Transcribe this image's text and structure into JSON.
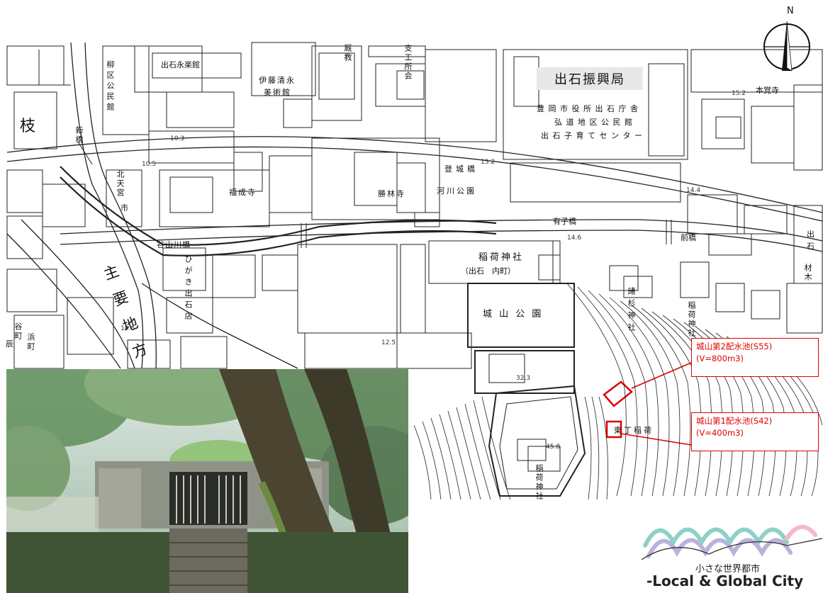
{
  "compass": {
    "north": "N"
  },
  "office": "出石振興局",
  "office_sub": [
    "豊 岡 市 役 所 出 石 庁 舎",
    "弘 道 地 区 公 民 館",
    "出 石 子 育 て セ ン タ ー"
  ],
  "callouts": [
    {
      "title": "城山第2配水池(S55)",
      "volume": "(V=800m3)"
    },
    {
      "title": "城山第1配水池(S42)",
      "volume": "(V=400m3)"
    }
  ],
  "labels": {
    "eda": "枝",
    "izushi_eirakukan": "出石永楽館",
    "ito_kiyonaga": "伊藤清永",
    "bijutsukan": "美術館",
    "fukusei_ji": "福成寺",
    "shorin_ji": "勝林寺",
    "sanjo_bashi": "登城橋",
    "kasen_koen": "河川公園",
    "tanikawa_bashi": "谷山川橋",
    "inari_shrine": "稲荷神社",
    "izushi_uchimachi": "（出石　内町）",
    "shiroyama_park": "城 山 公 園",
    "higashi_inari": "東丁稲荷",
    "inari_jinja_v": "稲荷神社",
    "morosugi_jinja": "諸杉神社",
    "shinbashi": "新橋",
    "kitatenmangu": "北天宮",
    "yanagi_kominkan": "柳区公民館",
    "higaki_izushi": "ひがき出石店",
    "road_main": "主要地方",
    "right_edge_izu": "出",
    "right_edge_ishi": "石",
    "right_edge_mokume": "材木",
    "shiba_temple": "本覚寺",
    "tanimachi": "谷町",
    "hamamachi": "浜町",
    "tatsumi": "辰",
    "ichi": "市",
    "hashi_right": "前橋",
    "yokobashi": "有子橋",
    "elev_10_3": "10.3",
    "elev_10_5": "10.5",
    "elev_13_2": "13.2",
    "elev_15_2": "15.2",
    "elev_14_4": "14.4",
    "elev_14_6": "14.6",
    "elev_10_6": "10.6",
    "elev_12_5": "12.5",
    "elev_32_3": "32.3",
    "elev_45_8": "45.8",
    "shigai_shi": "支工所会",
    "kyu": "厩教"
  },
  "logo": {
    "jp": "小さな世界都市",
    "en": "-Local & Global City"
  }
}
